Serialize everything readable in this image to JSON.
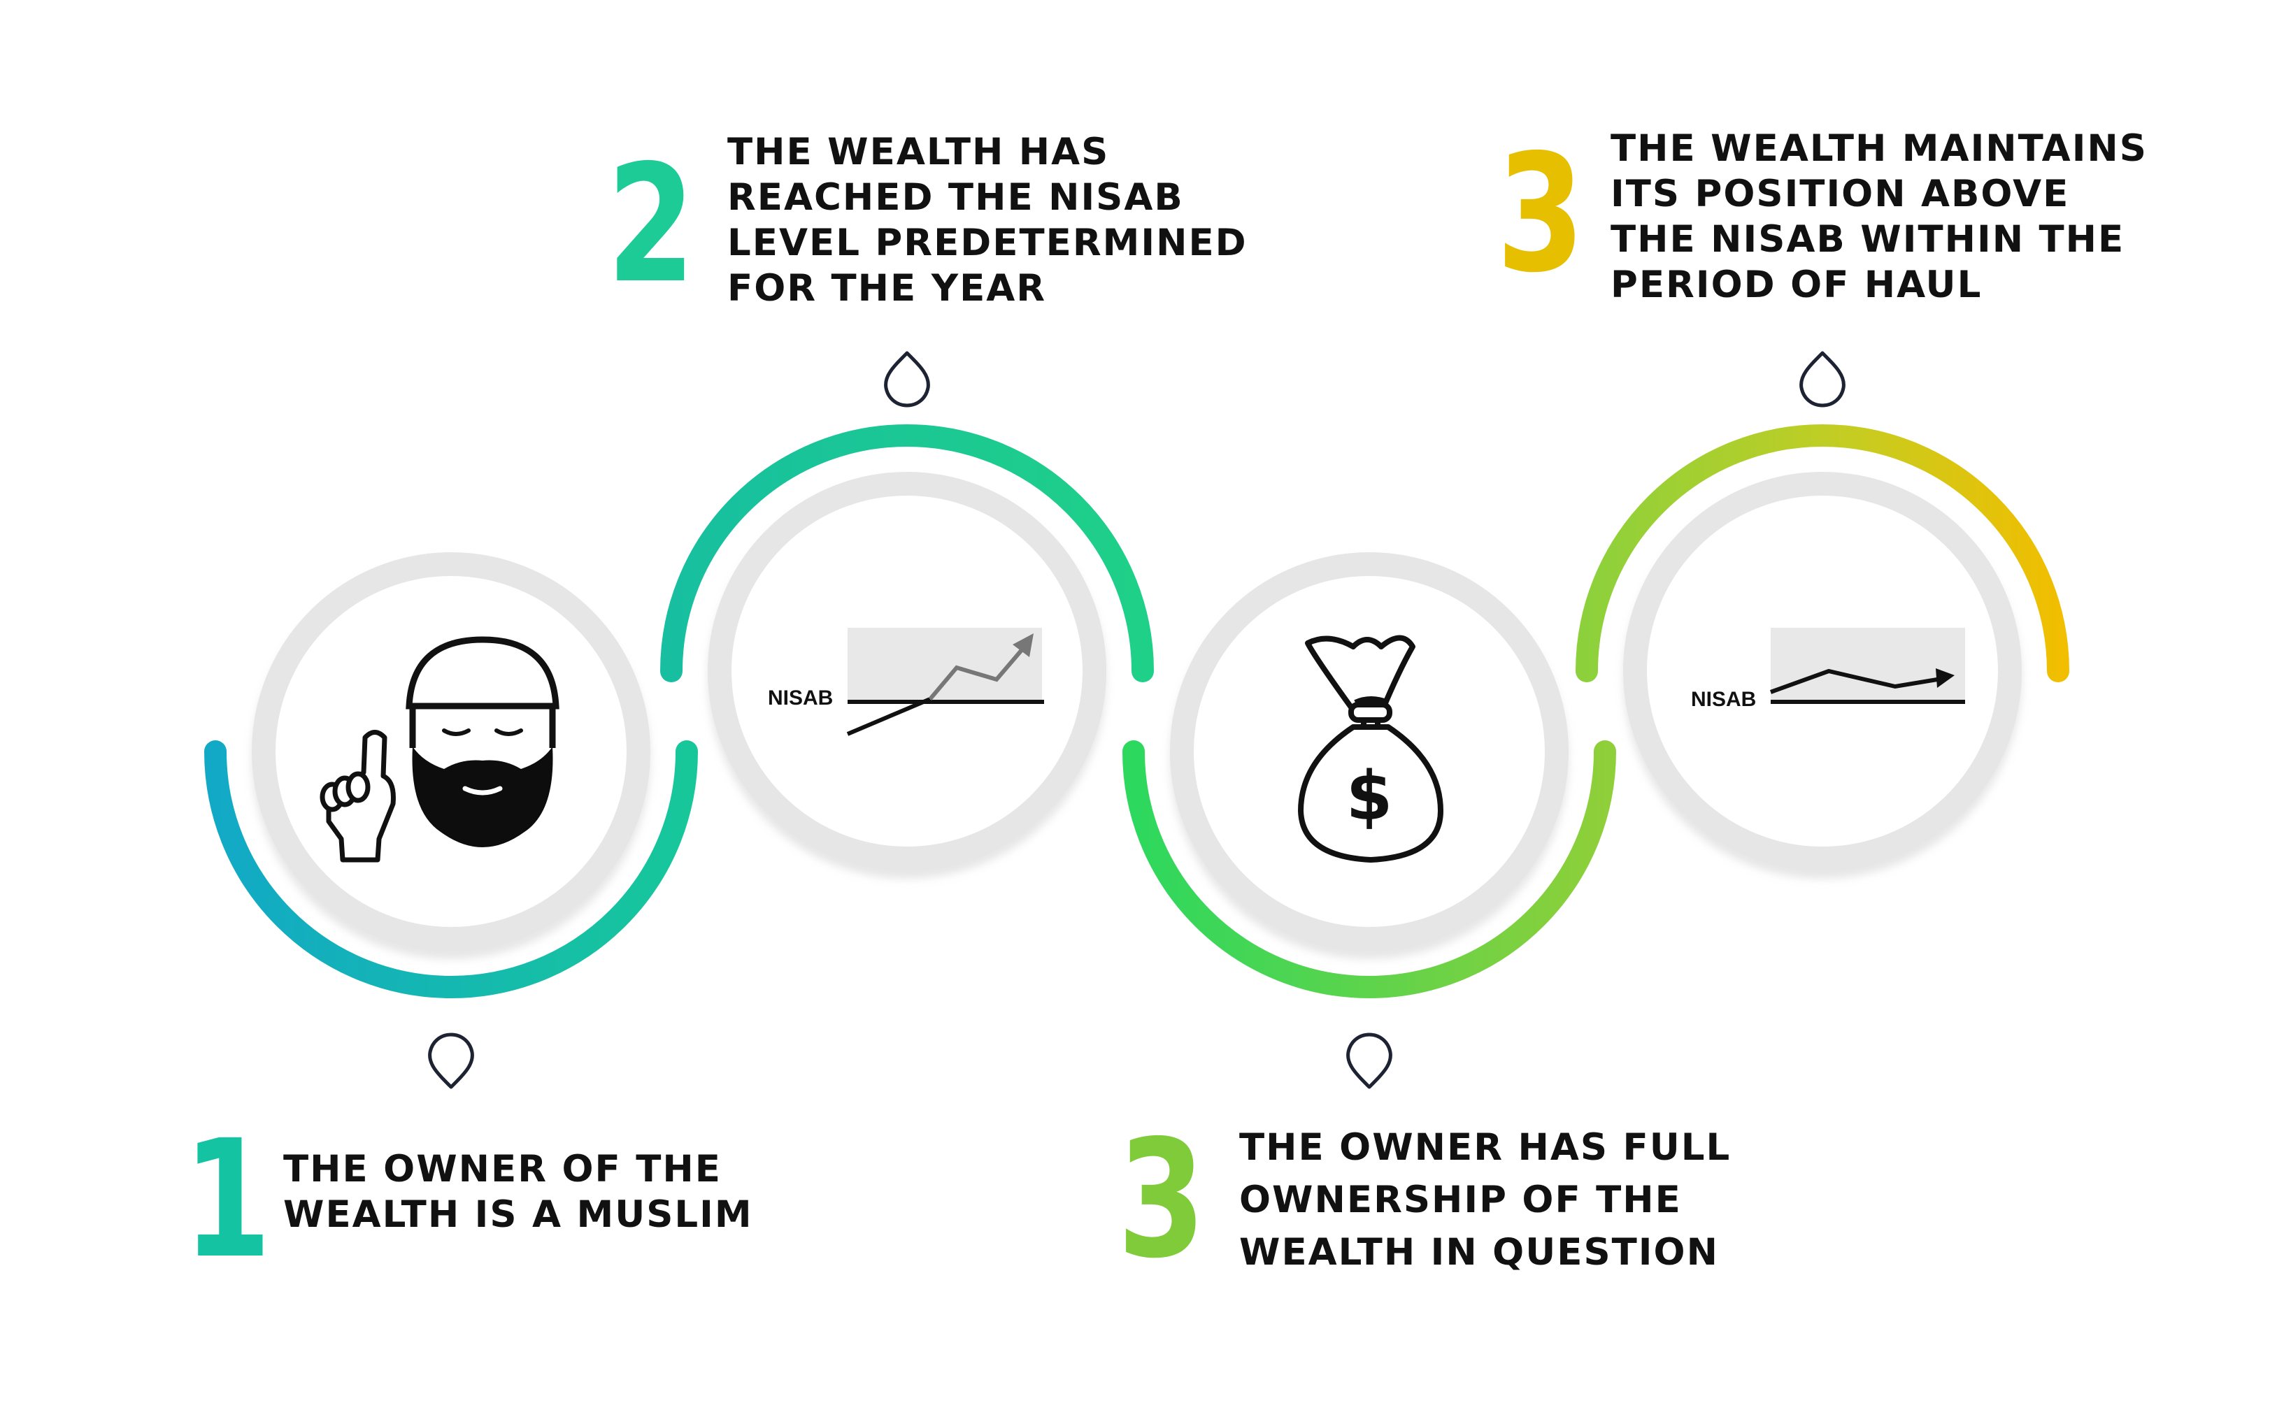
{
  "colors": {
    "teal": "#14C3A6",
    "green_teal": "#1CC78E",
    "lime": "#8CD13C",
    "gold": "#E3C200",
    "ring_gray": "#E4E4E4",
    "chart_box": "#E8E8E8"
  },
  "icons": [
    "muslim-man-icon",
    "rising-chart-icon",
    "money-bag-icon",
    "steady-chart-icon",
    "location-pin-icon"
  ],
  "steps": [
    {
      "number": "1",
      "lines": [
        "THE OWNER OF THE",
        "WEALTH IS A MUSLIM"
      ]
    },
    {
      "number": "2",
      "lines": [
        "THE WEALTH HAS",
        "REACHED THE NISAB",
        "LEVEL PREDETERMINED",
        "FOR THE YEAR"
      ]
    },
    {
      "number": "3",
      "lines": [
        "THE OWNER HAS FULL",
        "OWNERSHIP OF THE",
        "WEALTH IN QUESTION"
      ]
    },
    {
      "number": "3",
      "lines": [
        "THE WEALTH MAINTAINS",
        "ITS POSITION ABOVE",
        "THE NISAB WITHIN THE",
        "PERIOD OF HAUL"
      ]
    }
  ],
  "chart_labels": {
    "nisab_1": "NISAB",
    "nisab_2": "NISAB",
    "dollar": "$"
  }
}
